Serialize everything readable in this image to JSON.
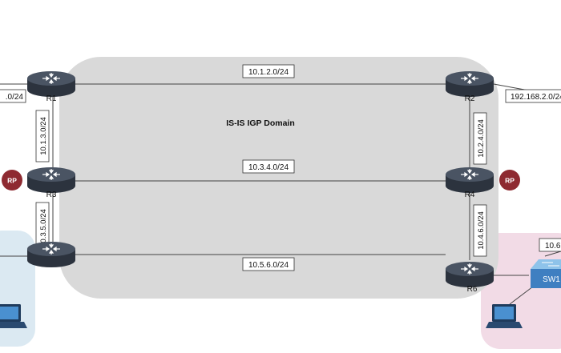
{
  "domain_label": "IS-IS IGP Domain",
  "colors": {
    "domain_fill": "#d9d9d9",
    "left_site_fill": "#dbe9f2",
    "right_site_fill": "#f2dbe6",
    "router_body": "#3b4452",
    "rp_badge": "#8e2a31",
    "switch_body": "#3f7fc1",
    "line": "#444444"
  },
  "routers": [
    {
      "id": "R1",
      "label": "R1"
    },
    {
      "id": "R2",
      "label": "R2"
    },
    {
      "id": "R3",
      "label": "R3"
    },
    {
      "id": "R4",
      "label": "R4"
    },
    {
      "id": "R5",
      "label": ""
    },
    {
      "id": "R6",
      "label": "R6"
    }
  ],
  "rp_badges": [
    {
      "router": "R3",
      "text": "RP"
    },
    {
      "router": "R4",
      "text": "RP"
    }
  ],
  "links": [
    {
      "id": "R1-R2",
      "subnet": "10.1.2.0/24"
    },
    {
      "id": "R3-R4",
      "subnet": "10.3.4.0/24"
    },
    {
      "id": "R5-R6",
      "subnet": "10.5.6.0/24"
    },
    {
      "id": "R1-R3",
      "subnet": "10.1.3.0/24"
    },
    {
      "id": "R3-R5",
      "subnet": "10.3.5.0/24"
    },
    {
      "id": "R2-R4",
      "subnet": "10.2.4.0/24"
    },
    {
      "id": "R4-R6",
      "subnet": "10.4.6.0/24"
    }
  ],
  "external_links": [
    {
      "id": "left-ext",
      "subnet": ".0/24"
    },
    {
      "id": "right-ext",
      "subnet": "192.168.2.0/24"
    },
    {
      "id": "right-site",
      "subnet": "10.6"
    }
  ],
  "switch": {
    "label": "SW1"
  },
  "icons": [
    "router-icon",
    "laptop-icon",
    "switch-icon"
  ]
}
